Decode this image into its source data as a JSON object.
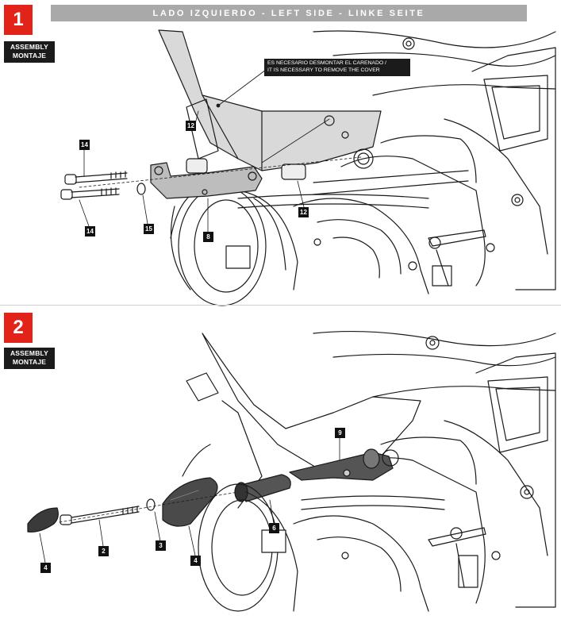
{
  "header": {
    "title": "LADO IZQUIERDO - LEFT SIDE - LINKE SEITE"
  },
  "steps": [
    {
      "number": "1",
      "caption_line1": "ASSEMBLY",
      "caption_line2": "MONTAJE",
      "note_line1": "ES NECESARIO DESMONTAR EL CARENADO /",
      "note_line2": "IT IS NECESSARY TO REMOVE THE COVER",
      "callouts": [
        "12",
        "14",
        "14",
        "15",
        "8",
        "12"
      ]
    },
    {
      "number": "2",
      "caption_line1": "ASSEMBLY",
      "caption_line2": "MONTAJE",
      "callouts": [
        "9",
        "6",
        "2",
        "3",
        "4",
        "4"
      ]
    }
  ]
}
